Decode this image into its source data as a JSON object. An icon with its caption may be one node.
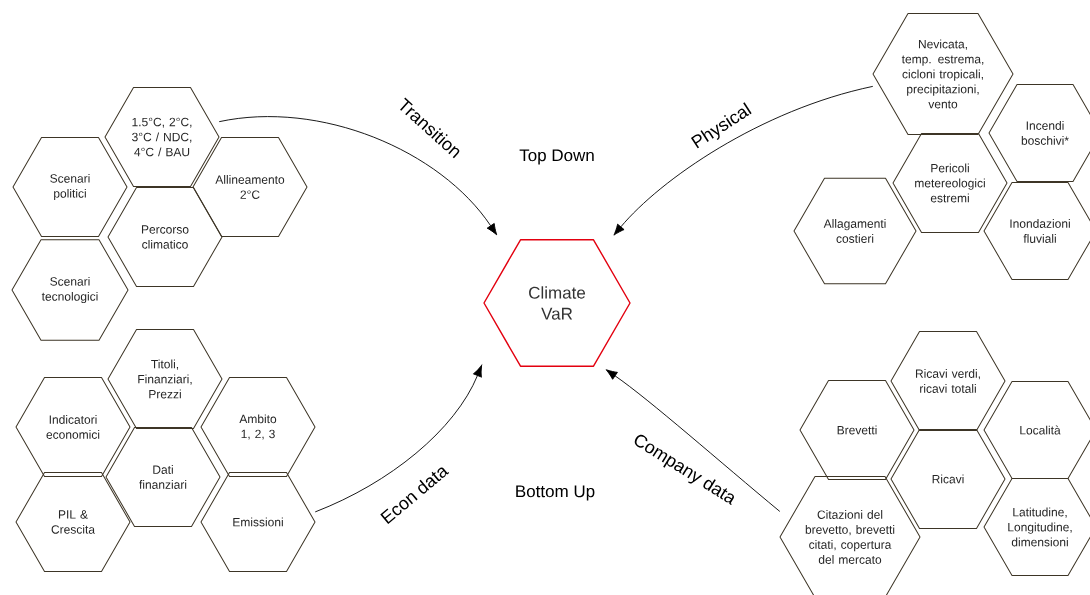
{
  "diagram": {
    "nodes": [
      {
        "text": [
          "Scenari politici"
        ]
      },
      {
        "text": [
          "1.5°C, 2°C, 3°C / NDC, 4°C / BAU"
        ]
      },
      {
        "text": [
          "Allineamento 2°C"
        ]
      },
      {
        "text": [
          "Percorso climatico"
        ]
      },
      {
        "text": [
          "Scenari tecnologici"
        ]
      },
      {
        "text": [
          "Nevicata, temp. estrema, cicloni tropicali, precipitazioni, vento"
        ]
      },
      {
        "text": [
          "Incendi boschivi*"
        ]
      },
      {
        "text": [
          "Pericoli metereologici estremi"
        ]
      },
      {
        "text": [
          "Allagamenti costieri"
        ]
      },
      {
        "text": [
          "Inondazioni fluviali"
        ]
      },
      {
        "text": [
          "Climate VaR"
        ]
      },
      {
        "text": [
          "Titoli, Finanziari, Prezzi"
        ]
      },
      {
        "text": [
          "Indicatori economici"
        ]
      },
      {
        "text": [
          "Ambito 1, 2, 3"
        ]
      },
      {
        "text": [
          "Dati finanziari"
        ]
      },
      {
        "text": [
          "PIL & Crescita"
        ]
      },
      {
        "text": [
          "Emissioni"
        ]
      },
      {
        "text": [
          "Ricavi verdi, ricavi totali"
        ]
      },
      {
        "text": [
          "Brevetti"
        ]
      },
      {
        "text": [
          "Località"
        ]
      },
      {
        "text": [
          "Ricavi"
        ]
      },
      {
        "text": [
          "Citazioni del brevetto, brevetti citati, copertura del mercato"
        ]
      },
      {
        "text": [
          "Latitudine, Longitudine, dimensioni"
        ]
      }
    ],
    "edges": [
      {
        "from": 1,
        "to": 10,
        "arrow": "to",
        "label": "Transition"
      },
      {
        "from": 5,
        "to": 10,
        "arrow": "to",
        "label": "Physical"
      },
      {
        "from": 16,
        "to": 10,
        "arrow": "to",
        "label": "Econ data"
      },
      {
        "from": 21,
        "to": 10,
        "arrow": "to",
        "label": "Company data"
      }
    ],
    "labels": [
      "Top Down",
      "Bottom Up"
    ]
  }
}
